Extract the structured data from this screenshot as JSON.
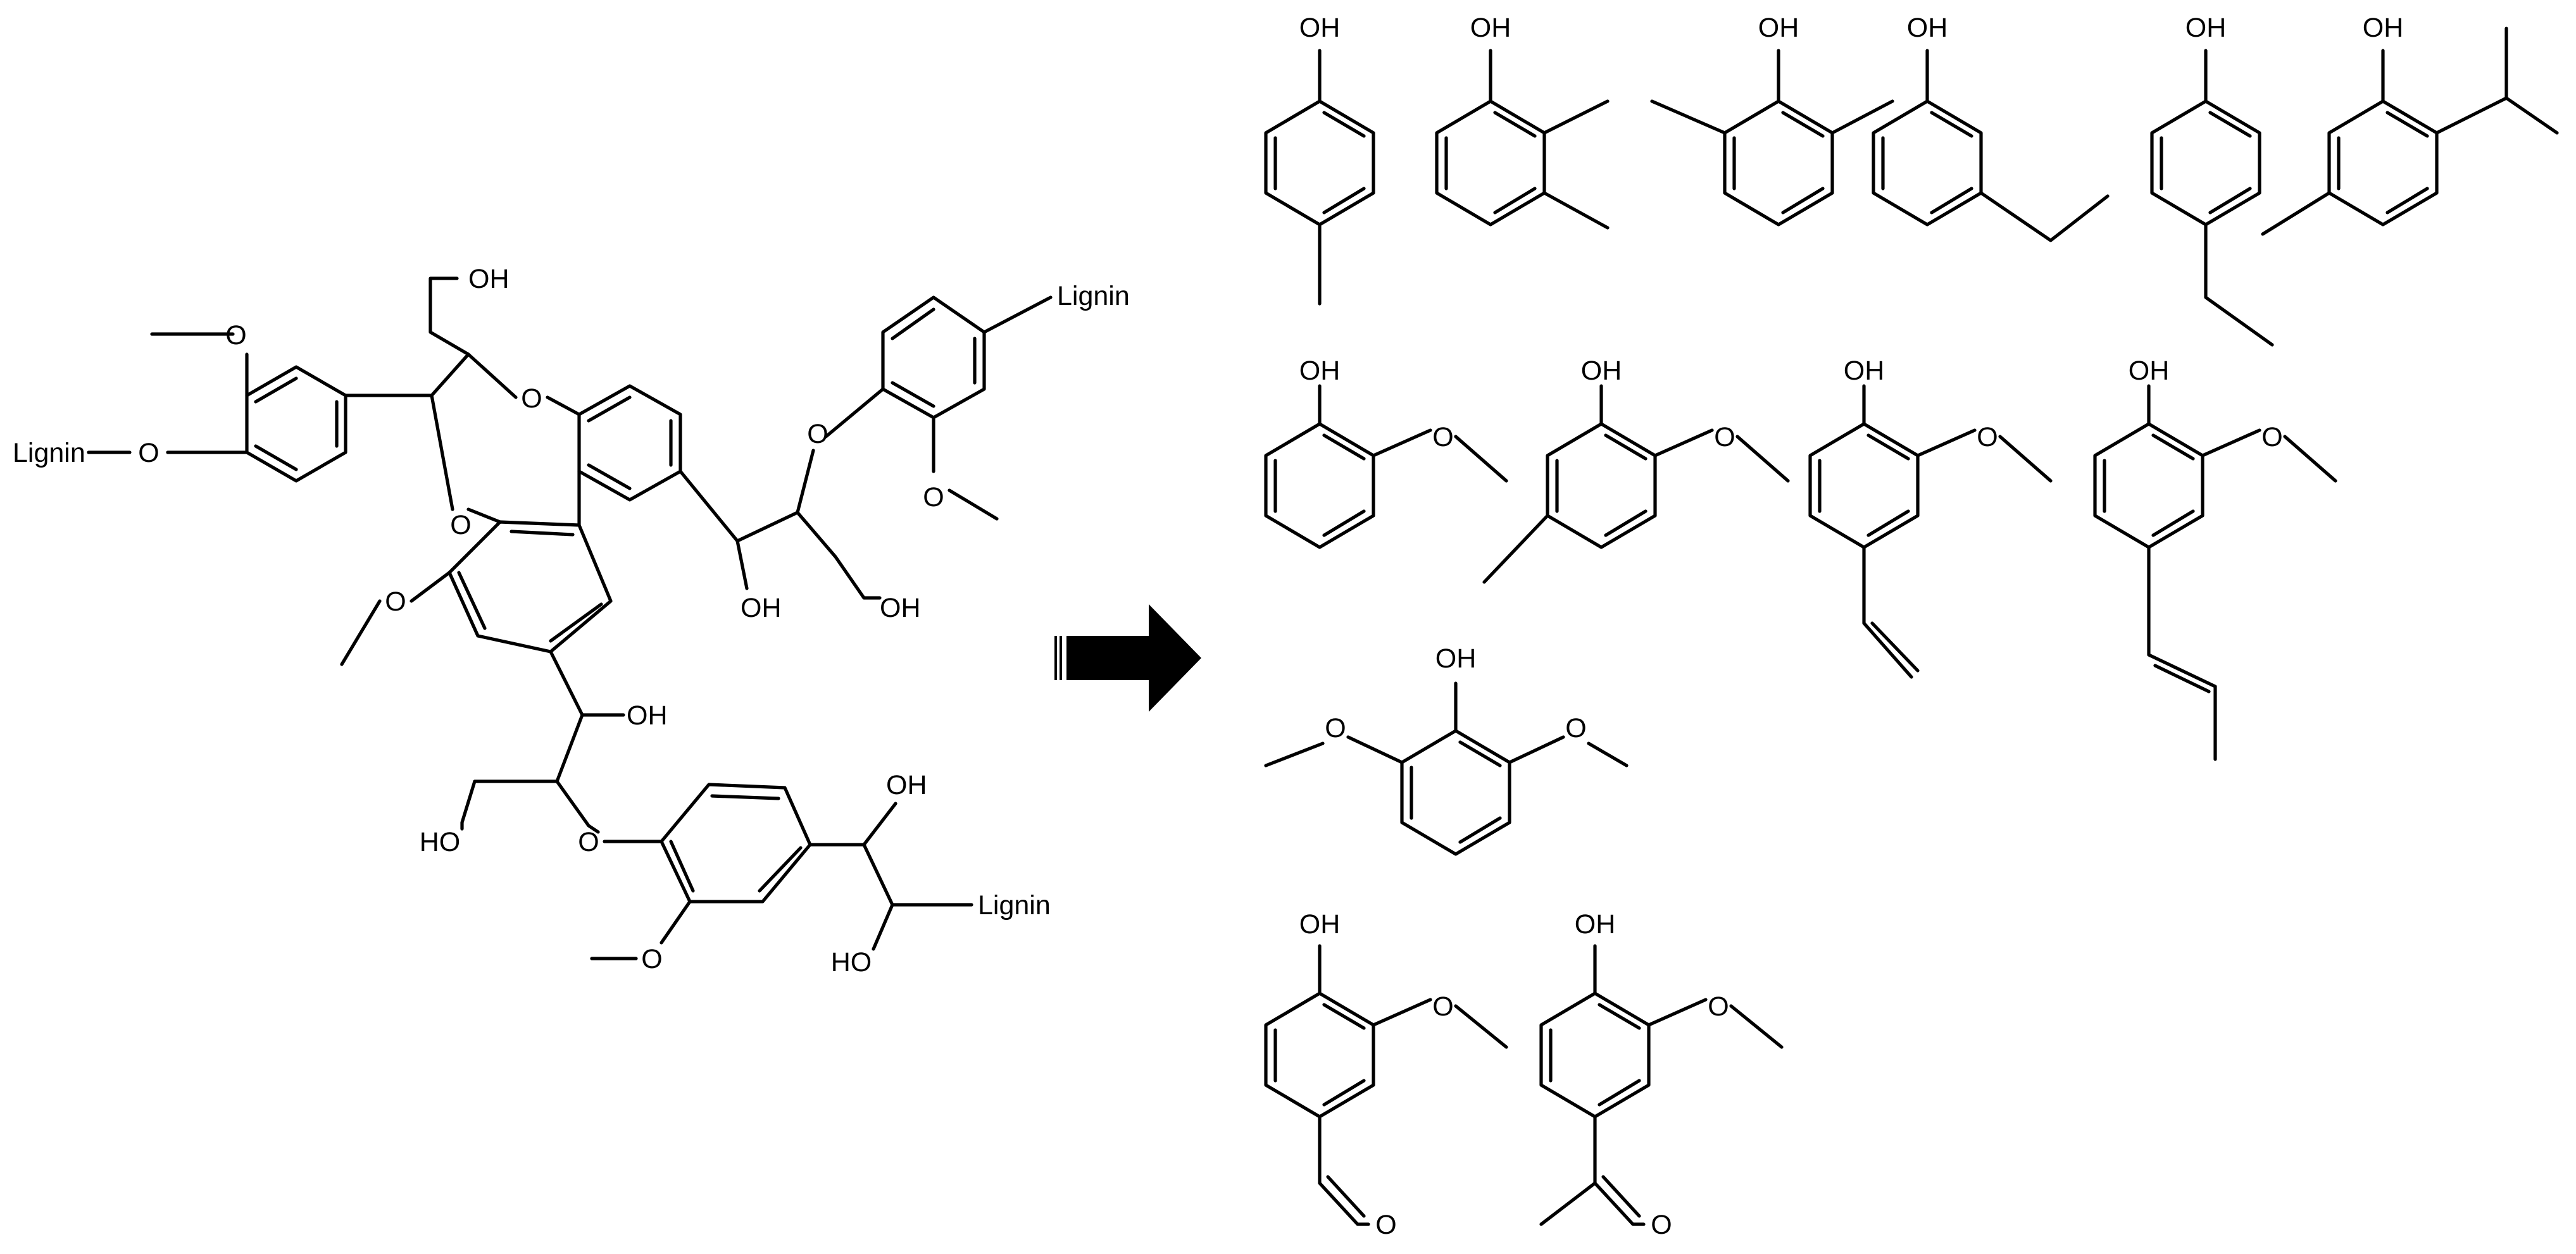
{
  "diagram": {
    "arrow": {
      "color": "#000000"
    },
    "lignin_model": {
      "lignin_labels": [
        "Lignin",
        "Lignin",
        "Lignin"
      ],
      "atoms": {
        "ch2oh_top": "OH",
        "ring_ether_top": "O",
        "ring_ether_bottom": "O",
        "side_ether_right": "O",
        "side_oh_right_a": "OH",
        "side_oh_right_b": "OH",
        "side_oh_bottom_a": "OH",
        "side_oh_bottom_b": "HO",
        "side_ether_bottom": "O",
        "terminal_oh_a": "OH",
        "terminal_oh_b": "HO"
      }
    },
    "products": [
      {
        "id": "p-cresol",
        "labels": [
          "OH"
        ]
      },
      {
        "id": "2-3-dimethylphenol",
        "labels": [
          "OH"
        ]
      },
      {
        "id": "2-6-dimethylphenol",
        "labels": [
          "OH"
        ]
      },
      {
        "id": "3-ethylphenol",
        "labels": [
          "OH"
        ]
      },
      {
        "id": "4-ethylphenol",
        "labels": [
          "OH"
        ]
      },
      {
        "id": "thymol",
        "labels": [
          "OH"
        ]
      },
      {
        "id": "guaiacol",
        "labels": [
          "OH"
        ]
      },
      {
        "id": "5-methylguaiacol",
        "labels": [
          "OH"
        ]
      },
      {
        "id": "4-vinylguaiacol",
        "labels": [
          "OH"
        ]
      },
      {
        "id": "isoeugenol",
        "labels": [
          "OH"
        ]
      },
      {
        "id": "syringol",
        "labels": [
          "OH"
        ]
      },
      {
        "id": "vanillin",
        "labels": [
          "OH",
          "O"
        ]
      },
      {
        "id": "acetovanillone",
        "labels": [
          "OH",
          "O"
        ]
      }
    ]
  }
}
